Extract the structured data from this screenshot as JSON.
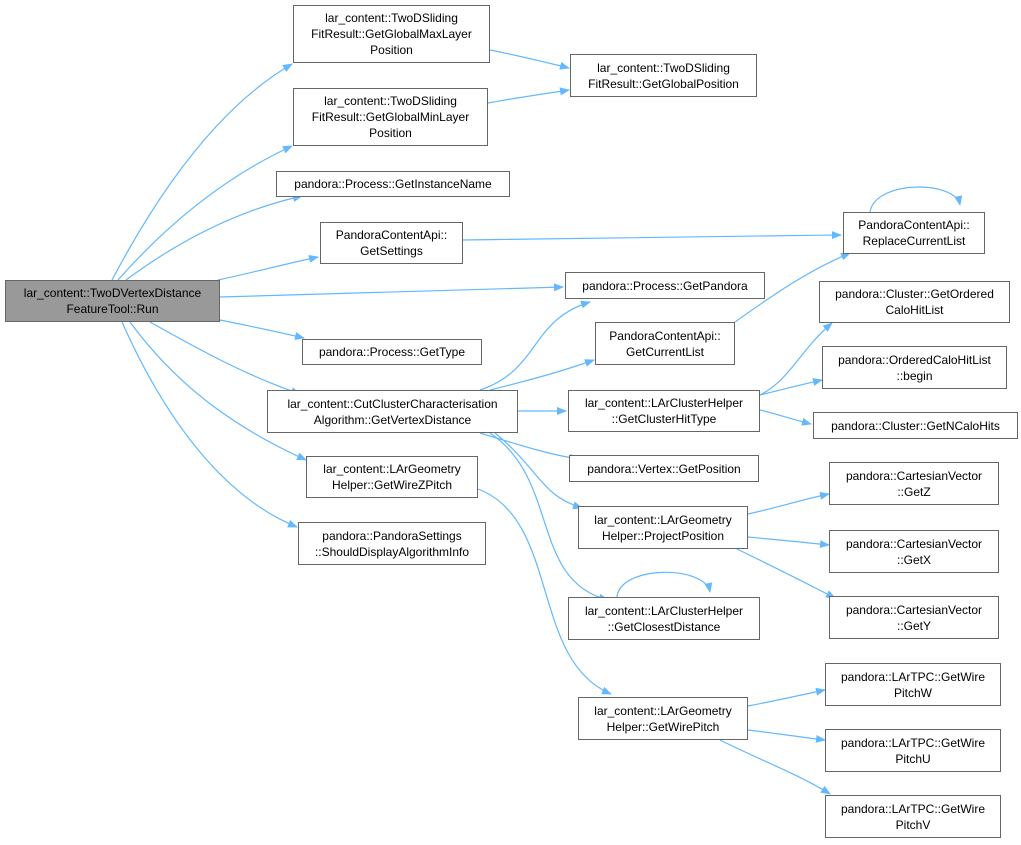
{
  "colors": {
    "edge": "#63b8ff",
    "node_border": "#666666",
    "root_fill": "#999999"
  },
  "nodes": {
    "run": [
      "lar_content::TwoDVertexDistance",
      "FeatureTool::Run"
    ],
    "maxlayer": [
      "lar_content::TwoDSliding",
      "FitResult::GetGlobalMaxLayer",
      "Position"
    ],
    "globalpos": [
      "lar_content::TwoDSliding",
      "FitResult::GetGlobalPosition"
    ],
    "minlayer": [
      "lar_content::TwoDSliding",
      "FitResult::GetGlobalMinLayer",
      "Position"
    ],
    "instancename": [
      "pandora::Process::GetInstanceName"
    ],
    "getsettings": [
      "PandoraContentApi::",
      "GetSettings"
    ],
    "replacelist": [
      "PandoraContentApi::",
      "ReplaceCurrentList"
    ],
    "getpandora": [
      "pandora::Process::GetPandora"
    ],
    "gettype": [
      "pandora::Process::GetType"
    ],
    "currentlist": [
      "PandoraContentApi::",
      "GetCurrentList"
    ],
    "orderedcalo": [
      "pandora::Cluster::GetOrdered",
      "CaloHitList"
    ],
    "vertexdist": [
      "lar_content::CutClusterCharacterisation",
      "Algorithm::GetVertexDistance"
    ],
    "clusterhittype": [
      "lar_content::LArClusterHelper",
      "::GetClusterHitType"
    ],
    "begin": [
      "pandora::OrderedCaloHitList",
      "::begin"
    ],
    "ncalohits": [
      "pandora::Cluster::GetNCaloHits"
    ],
    "vertexpos": [
      "pandora::Vertex::GetPosition"
    ],
    "wirezpitch": [
      "lar_content::LArGeometry",
      "Helper::GetWireZPitch"
    ],
    "getz": [
      "pandora::CartesianVector",
      "::GetZ"
    ],
    "projectpos": [
      "lar_content::LArGeometry",
      "Helper::ProjectPosition"
    ],
    "shoulddisplay": [
      "pandora::PandoraSettings",
      "::ShouldDisplayAlgorithmInfo"
    ],
    "getx": [
      "pandora::CartesianVector",
      "::GetX"
    ],
    "closestdist": [
      "lar_content::LArClusterHelper",
      "::GetClosestDistance"
    ],
    "gety": [
      "pandora::CartesianVector",
      "::GetY"
    ],
    "pitchw": [
      "pandora::LArTPC::GetWire",
      "PitchW"
    ],
    "wirepitch": [
      "lar_content::LArGeometry",
      "Helper::GetWirePitch"
    ],
    "pitchu": [
      "pandora::LArTPC::GetWire",
      "PitchU"
    ],
    "pitchv": [
      "pandora::LArTPC::GetWire",
      "PitchV"
    ]
  }
}
